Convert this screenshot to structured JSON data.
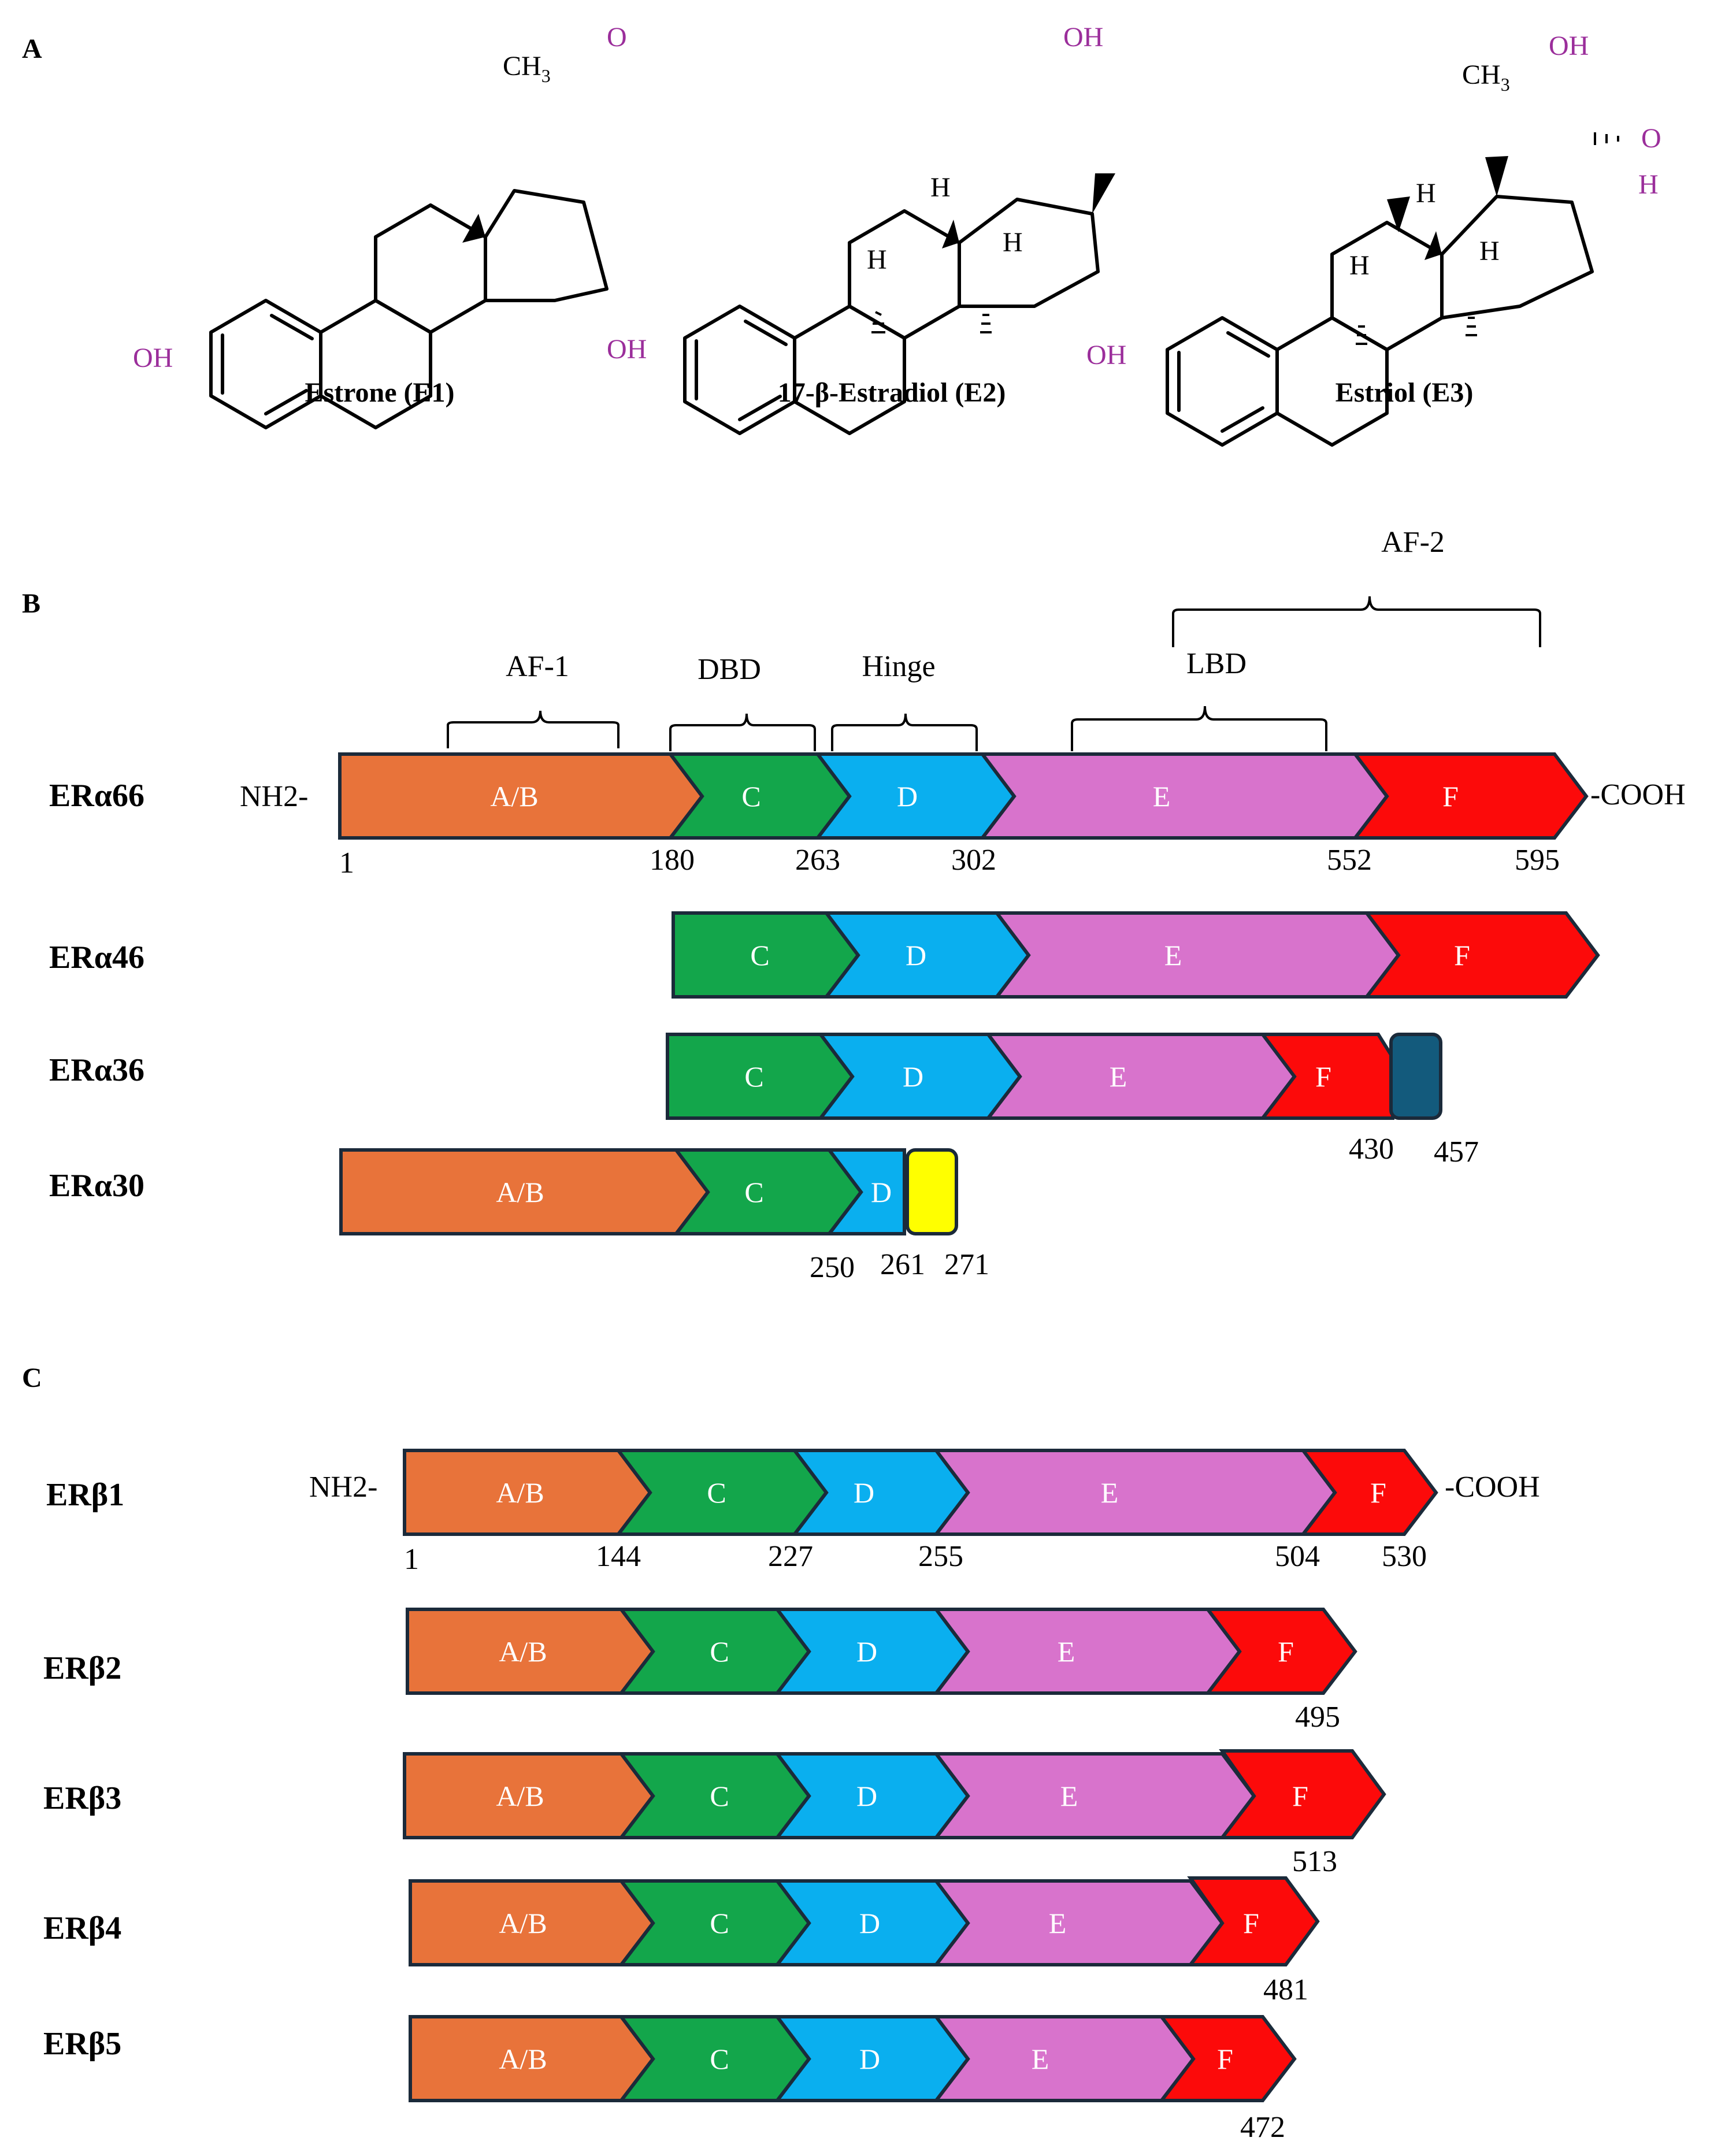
{
  "panels": {
    "a": "A",
    "b": "B",
    "c": "C"
  },
  "colors": {
    "domain_ab": "#E8733A",
    "domain_c": "#13A64B",
    "domain_d": "#0AAFEF",
    "domain_e": "#D873CC",
    "domain_f": "#FC0A0A",
    "extra_er36": "#135A7C",
    "extra_er30": "#FFFF00",
    "outline": "#1B2A3A",
    "hydroxyl_text": "#9B2E9B"
  },
  "molecules": [
    {
      "name": "Estrone (E1)",
      "labels": {
        "oh3": "OH",
        "ketone": "O",
        "methyl": "CH",
        "methyl_sub": "3"
      }
    },
    {
      "name": "17-β-Estradiol (E2)",
      "labels": {
        "oh3": "OH",
        "oh17": "OH",
        "h8": "H",
        "h9": "H",
        "h14": "H"
      }
    },
    {
      "name": "Estriol (E3)",
      "labels": {
        "oh3": "OH",
        "oh17": "OH",
        "oh16_o": "O",
        "oh16_h": "H",
        "methyl": "CH",
        "methyl_sub": "3",
        "h8": "H",
        "h9": "H",
        "h14": "H"
      }
    }
  ],
  "domain_labels": {
    "ab": "A/B",
    "c": "C",
    "d": "D",
    "e": "E",
    "f": "F"
  },
  "termini": {
    "n": "NH2-",
    "c": "-COOH"
  },
  "functional_regions": {
    "af1": "AF-1",
    "dbd": "DBD",
    "hinge": "Hinge",
    "lbd": "LBD",
    "af2": "AF-2"
  },
  "er_alpha": {
    "era66": {
      "name": "ERα66",
      "positions": [
        "1",
        "180",
        "263",
        "302",
        "552",
        "595"
      ]
    },
    "era46": {
      "name": "ERα46"
    },
    "era36": {
      "name": "ERα36",
      "positions": [
        "430",
        "457"
      ]
    },
    "era30": {
      "name": "ERα30",
      "positions": [
        "250",
        "261",
        "271"
      ]
    }
  },
  "er_beta": {
    "erb1": {
      "name": "ERβ1",
      "positions": [
        "1",
        "144",
        "227",
        "255",
        "504",
        "530"
      ]
    },
    "erb2": {
      "name": "ERβ2",
      "end": "495"
    },
    "erb3": {
      "name": "ERβ3",
      "end": "513"
    },
    "erb4": {
      "name": "ERβ4",
      "end": "481"
    },
    "erb5": {
      "name": "ERβ5",
      "end": "472"
    }
  }
}
